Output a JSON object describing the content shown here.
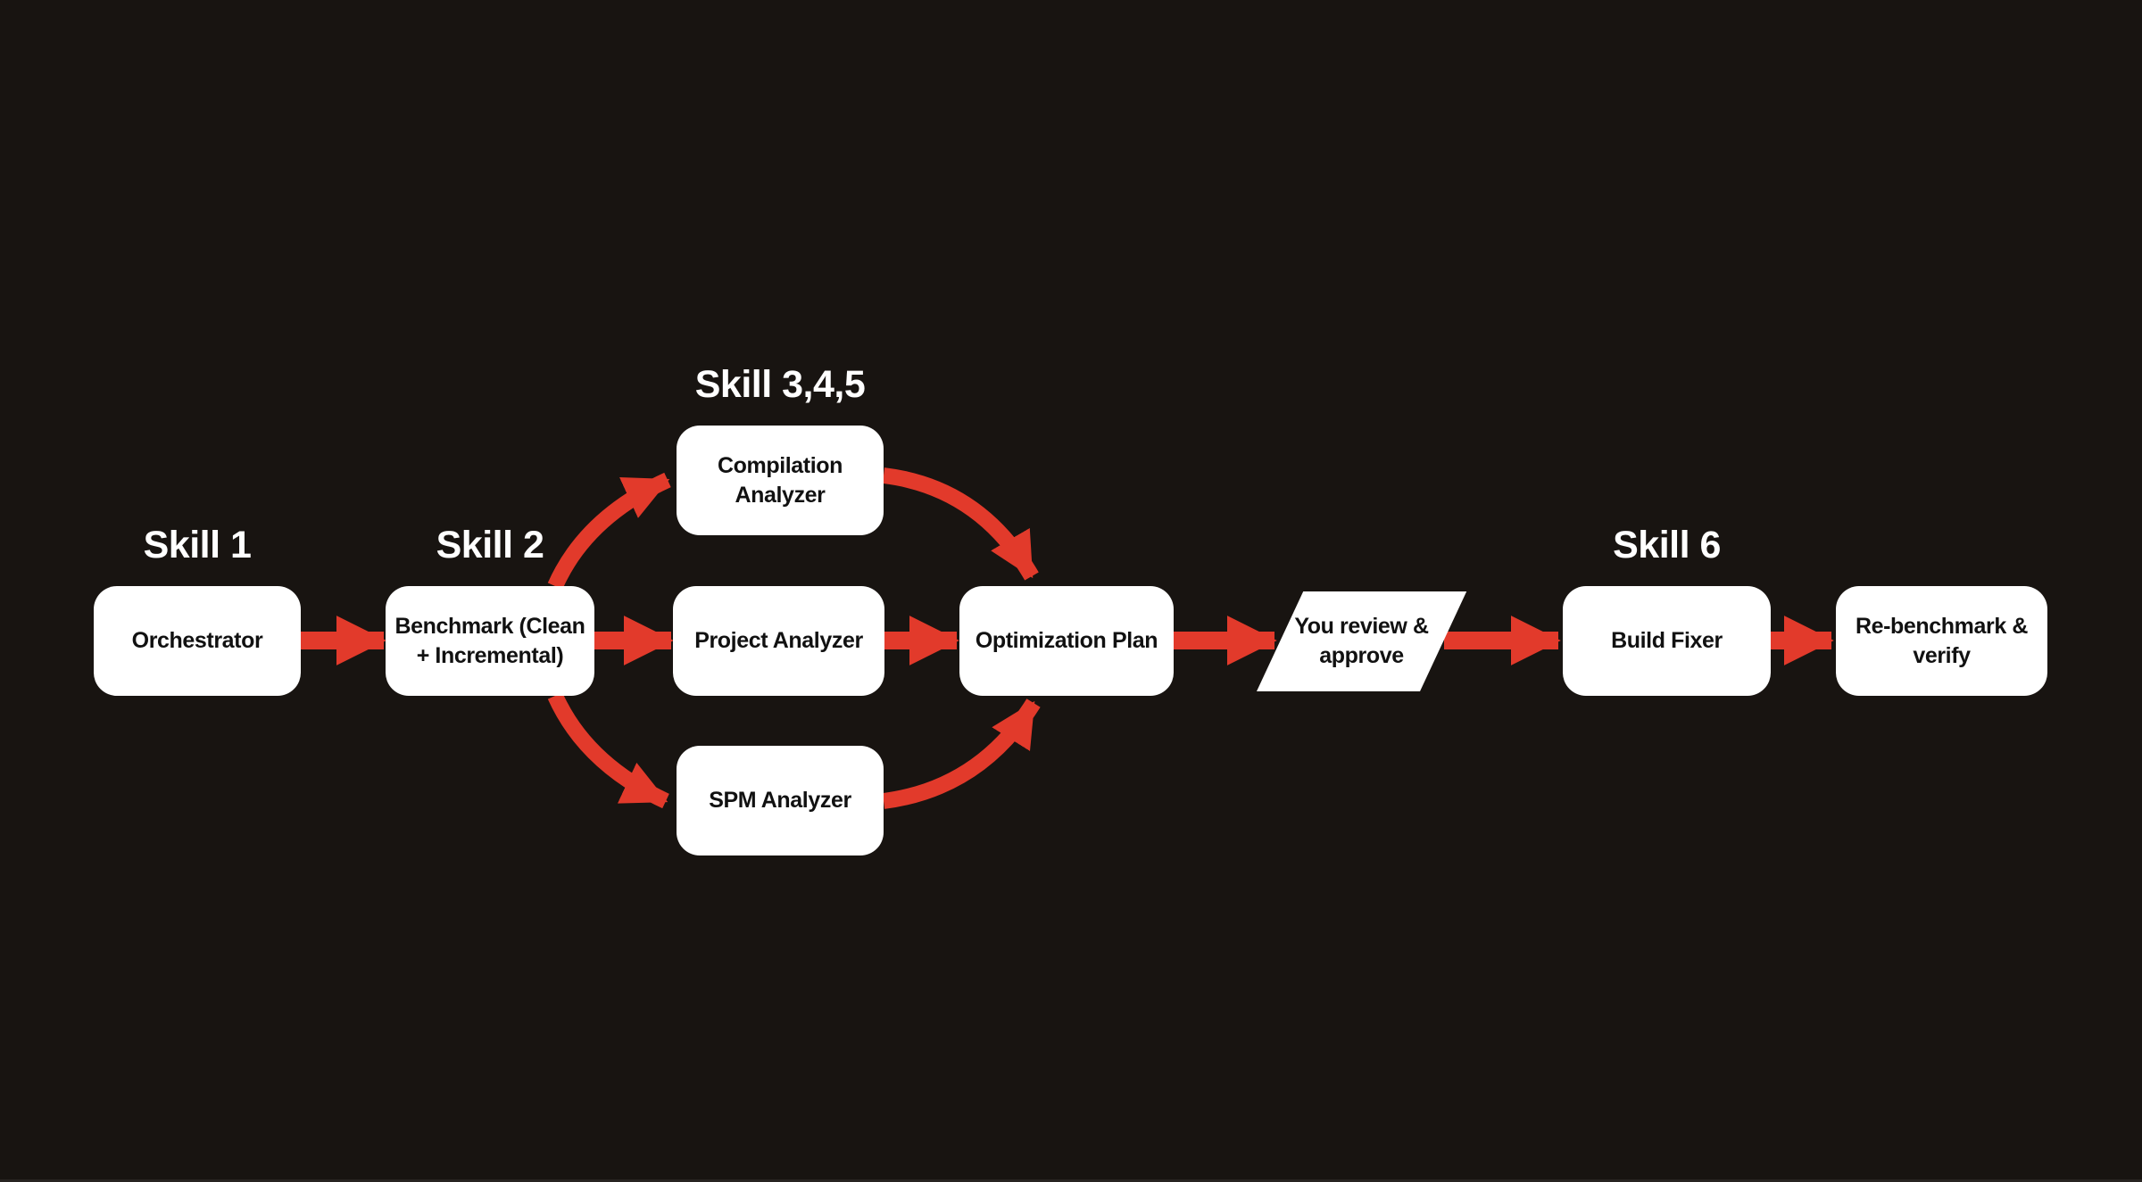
{
  "diagram": {
    "description": "Build optimization skills pipeline flowchart",
    "skill_labels": {
      "skill_1": "Skill 1",
      "skill_2": "Skill 2",
      "skill_345": "Skill 3,4,5",
      "skill_6": "Skill 6"
    },
    "nodes": {
      "orchestrator": {
        "label": "Orchestrator",
        "shape": "rounded-rect"
      },
      "benchmark": {
        "label": "Benchmark (Clean\n+ Incremental)",
        "shape": "rounded-rect"
      },
      "compilation_analyzer": {
        "label": "Compilation\nAnalyzer",
        "shape": "rounded-rect"
      },
      "project_analyzer": {
        "label": "Project Analyzer",
        "shape": "rounded-rect"
      },
      "spm_analyzer": {
        "label": "SPM Analyzer",
        "shape": "rounded-rect"
      },
      "optimization_plan": {
        "label": "Optimization Plan",
        "shape": "rounded-rect"
      },
      "review_approve": {
        "label": "You review &\napprove",
        "shape": "parallelogram"
      },
      "build_fixer": {
        "label": "Build Fixer",
        "shape": "rounded-rect"
      },
      "rebenchmark_verify": {
        "label": "Re-benchmark &\nverify",
        "shape": "rounded-rect"
      }
    },
    "connections": [
      {
        "from": "orchestrator",
        "to": "benchmark",
        "style": "straight"
      },
      {
        "from": "benchmark",
        "to": "compilation_analyzer",
        "style": "curved"
      },
      {
        "from": "benchmark",
        "to": "project_analyzer",
        "style": "straight"
      },
      {
        "from": "benchmark",
        "to": "spm_analyzer",
        "style": "curved"
      },
      {
        "from": "compilation_analyzer",
        "to": "optimization_plan",
        "style": "curved"
      },
      {
        "from": "project_analyzer",
        "to": "optimization_plan",
        "style": "straight"
      },
      {
        "from": "spm_analyzer",
        "to": "optimization_plan",
        "style": "curved"
      },
      {
        "from": "optimization_plan",
        "to": "review_approve",
        "style": "straight"
      },
      {
        "from": "review_approve",
        "to": "build_fixer",
        "style": "straight"
      },
      {
        "from": "build_fixer",
        "to": "rebenchmark_verify",
        "style": "straight"
      }
    ],
    "colors": {
      "background": "#181411",
      "arrow_red": "#E23A2B",
      "node_fill": "#FFFFFF",
      "node_text": "#111111",
      "label_text": "#FFFFFF"
    }
  }
}
